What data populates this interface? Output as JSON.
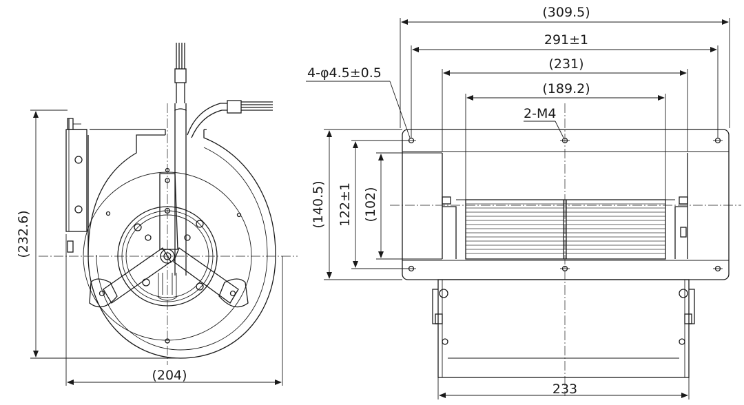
{
  "front_view": {
    "height_label": "(232.6)",
    "width_label": "(204)"
  },
  "side_view": {
    "overall_length_label": "(309.5)",
    "mount_span_label": "291±1",
    "housing_label": "(231)",
    "impeller_label": "(189.2)",
    "thread_label": "2-M4",
    "hole_label": "4-φ4.5±0.5",
    "height_outer_label": "(140.5)",
    "height_mount_label": "122±1",
    "height_outlet_label": "(102)",
    "bottom_width_label": "233"
  },
  "colors": {
    "line": "#1a1a1a",
    "background": "#ffffff"
  }
}
